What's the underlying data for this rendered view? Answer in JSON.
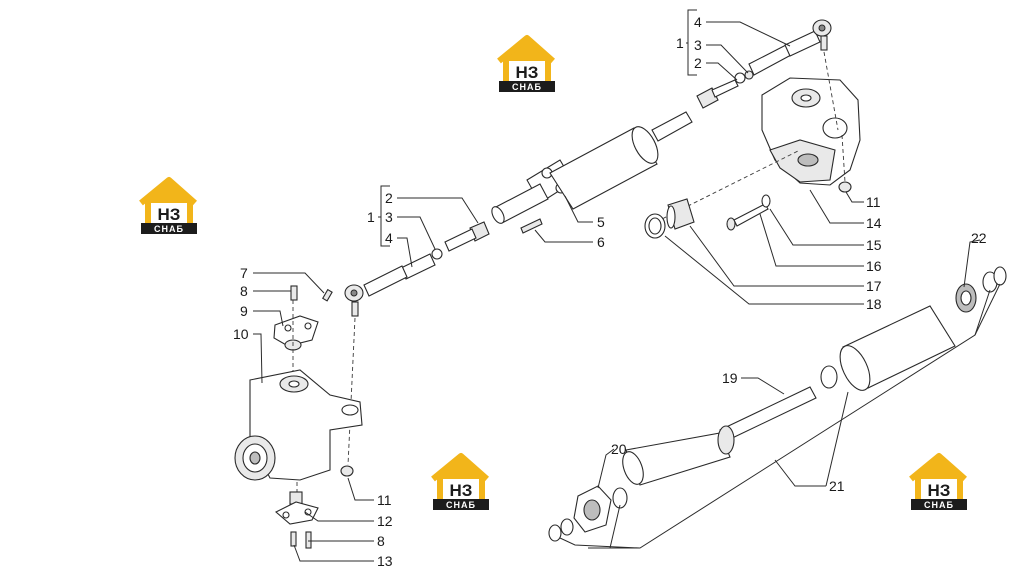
{
  "logo": {
    "initials": "НЗ",
    "word": "СНАБ",
    "colors": {
      "roof": "#f2b51a",
      "dark": "#1c1c1c",
      "light": "#ffffff"
    }
  },
  "callouts": {
    "c4a": "4",
    "c1a": "1",
    "c3a": "3",
    "c2a": "2",
    "c2b": "2",
    "c1b": "1",
    "c3b": "3",
    "c4b": "4",
    "c5": "5",
    "c6": "6",
    "c7": "7",
    "c8a": "8",
    "c9": "9",
    "c10": "10",
    "c11a": "11",
    "c11b": "11",
    "c12": "12",
    "c8b": "8",
    "c13": "13",
    "c14": "14",
    "c15": "15",
    "c16": "16",
    "c17": "17",
    "c18": "18",
    "c19": "19",
    "c20": "20",
    "c21": "21",
    "c22": "22"
  }
}
